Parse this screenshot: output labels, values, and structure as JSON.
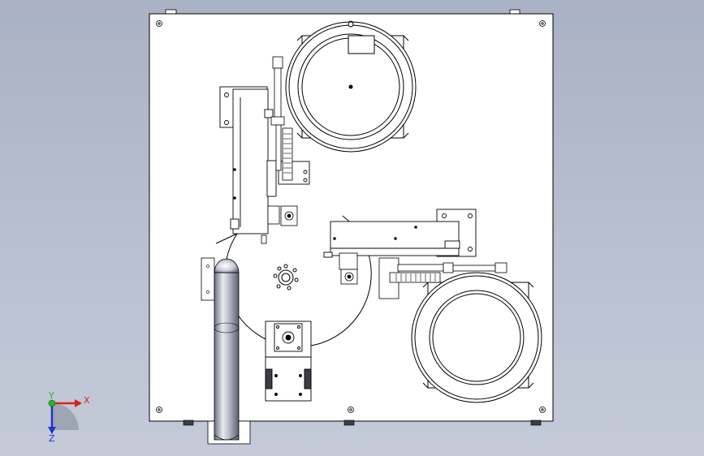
{
  "viewport": {
    "background_top": "#a9b1c4",
    "background_bottom": "#c4cad8"
  },
  "triad": {
    "x_label": "X",
    "y_label": "Y",
    "z_label": "Z",
    "x_color": "#e0201c",
    "y_color": "#22b822",
    "z_color": "#2233cc"
  }
}
